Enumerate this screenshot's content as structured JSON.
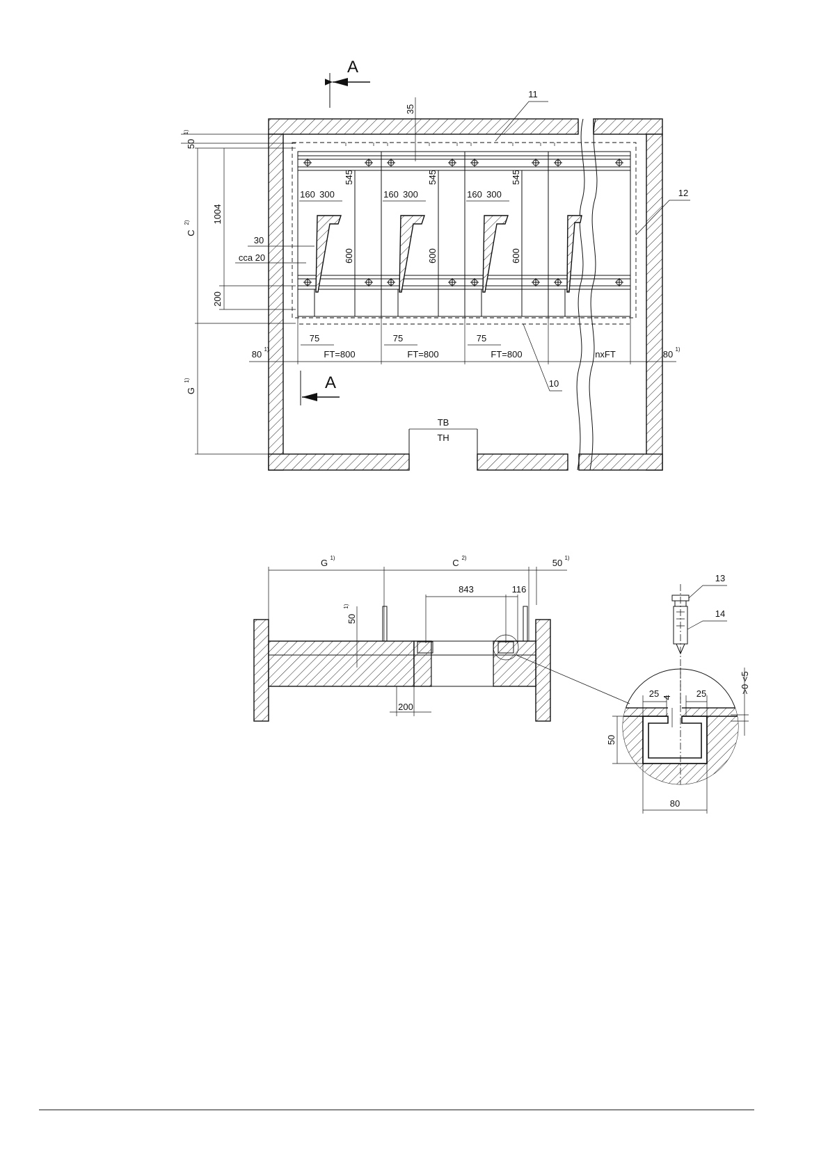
{
  "top_view": {
    "section_label": "A",
    "dims": {
      "d35": "35",
      "d50": "50",
      "sup1": "1)",
      "sup2": "2)",
      "d1004": "1004",
      "dC": "C",
      "d545": "545",
      "d160": "160",
      "d300": "300",
      "d30": "30",
      "cca20": "cca 20",
      "d600": "600",
      "d200": "200",
      "d75": "75",
      "d80": "80",
      "ft800": "FT=800",
      "nxft": "nxFT",
      "dG": "G",
      "tb": "TB",
      "th": "TH"
    },
    "callouts": {
      "c10": "10",
      "c11": "11",
      "c12": "12"
    }
  },
  "section_view": {
    "dims": {
      "dG": "G",
      "dC": "C",
      "d50": "50",
      "sup1": "1)",
      "sup2": "2)",
      "d843": "843",
      "d116": "116",
      "d200": "200"
    },
    "callouts": {
      "c13": "13",
      "c14": "14"
    }
  },
  "detail_view": {
    "dims": {
      "d25a": "25",
      "d25b": "25",
      "d4": "4",
      "gap": ">0 <5",
      "d50": "50",
      "d80": "80"
    }
  }
}
